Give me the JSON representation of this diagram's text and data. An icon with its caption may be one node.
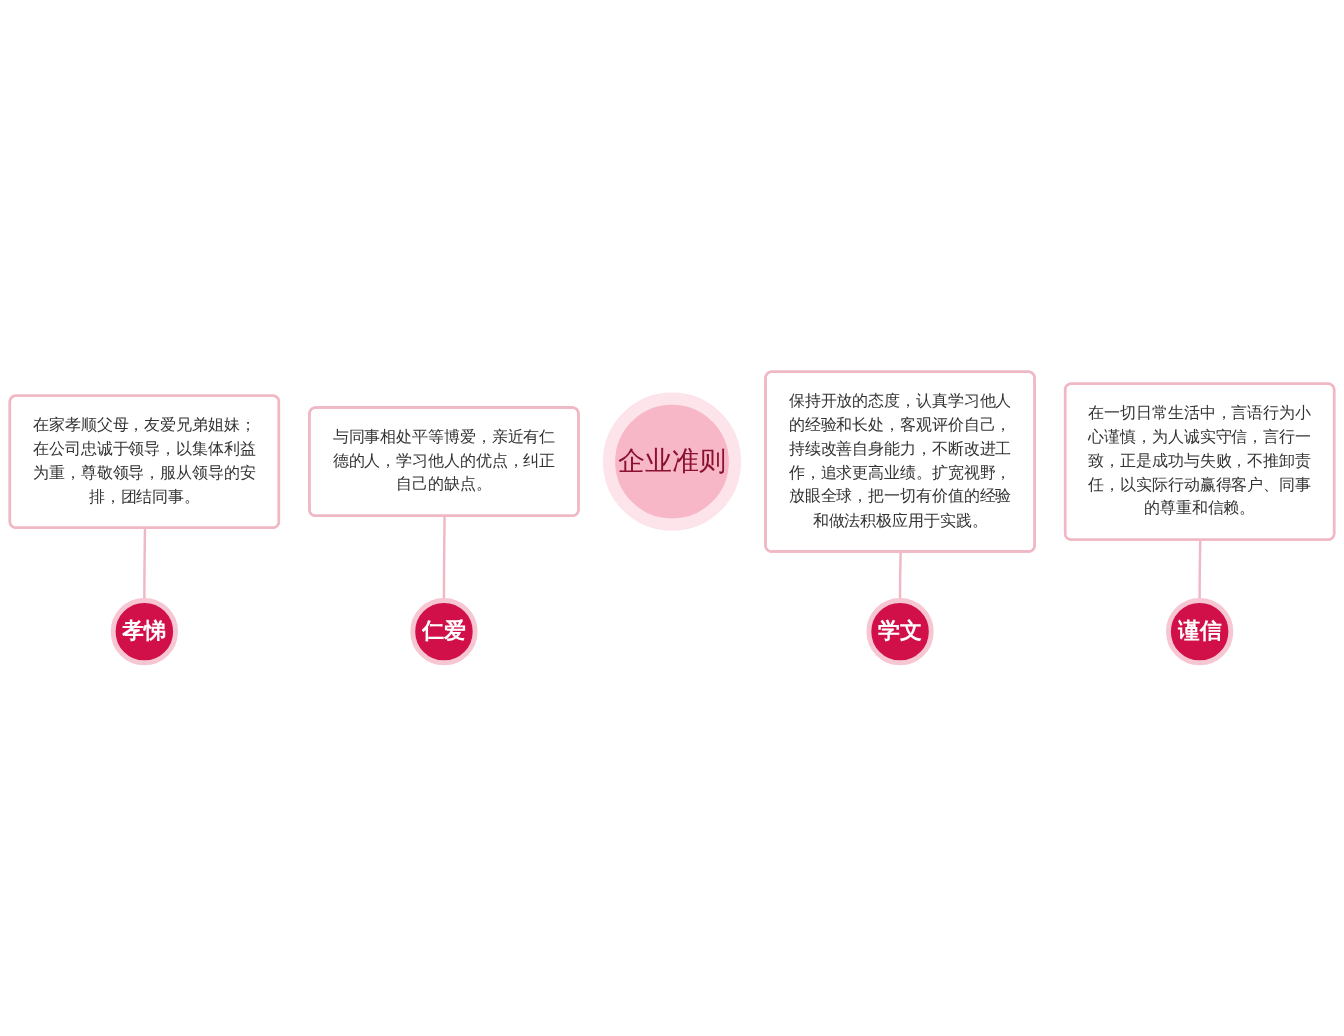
{
  "diagram": {
    "nodes": [
      {
        "text": [
          "在家孝顺父母，友爱兄弟姐妹；在公司忠诚于领导，以集体利益为重，尊敬领导，服从领导的安排，团结同事。"
        ]
      },
      {
        "text": [
          "孝悌"
        ]
      },
      {
        "text": [
          "与同事相处平等博爱，亲近有仁德的人，学习他人的优点，纠正自己的缺点。"
        ]
      },
      {
        "text": [
          "仁爱"
        ]
      },
      {
        "text": [
          "企业准则"
        ]
      },
      {
        "text": [
          "学文"
        ]
      },
      {
        "text": [
          "保持开放的态度，认真学习他人的经验和长处，客观评价自己，持续改善自身能力，不断改进工作，追求更高业绩。扩宽视野，放眼全球，把一切有价值的经验和做法积极应用于实践。"
        ]
      },
      {
        "text": [
          "谨信"
        ]
      },
      {
        "text": [
          "在一切日常生活中，言语行为小心谨慎，为人诚实守信，言行一致，正是成功与失败，不推卸责任，以实际行动赢得客户、同事的尊重和信赖。"
        ]
      }
    ],
    "edges": [
      {
        "from": 0,
        "to": 1,
        "arrow": "none"
      },
      {
        "from": 2,
        "to": 3,
        "arrow": "none"
      },
      {
        "from": 6,
        "to": 5,
        "arrow": "none"
      },
      {
        "from": 8,
        "to": 7,
        "arrow": "none"
      }
    ]
  }
}
